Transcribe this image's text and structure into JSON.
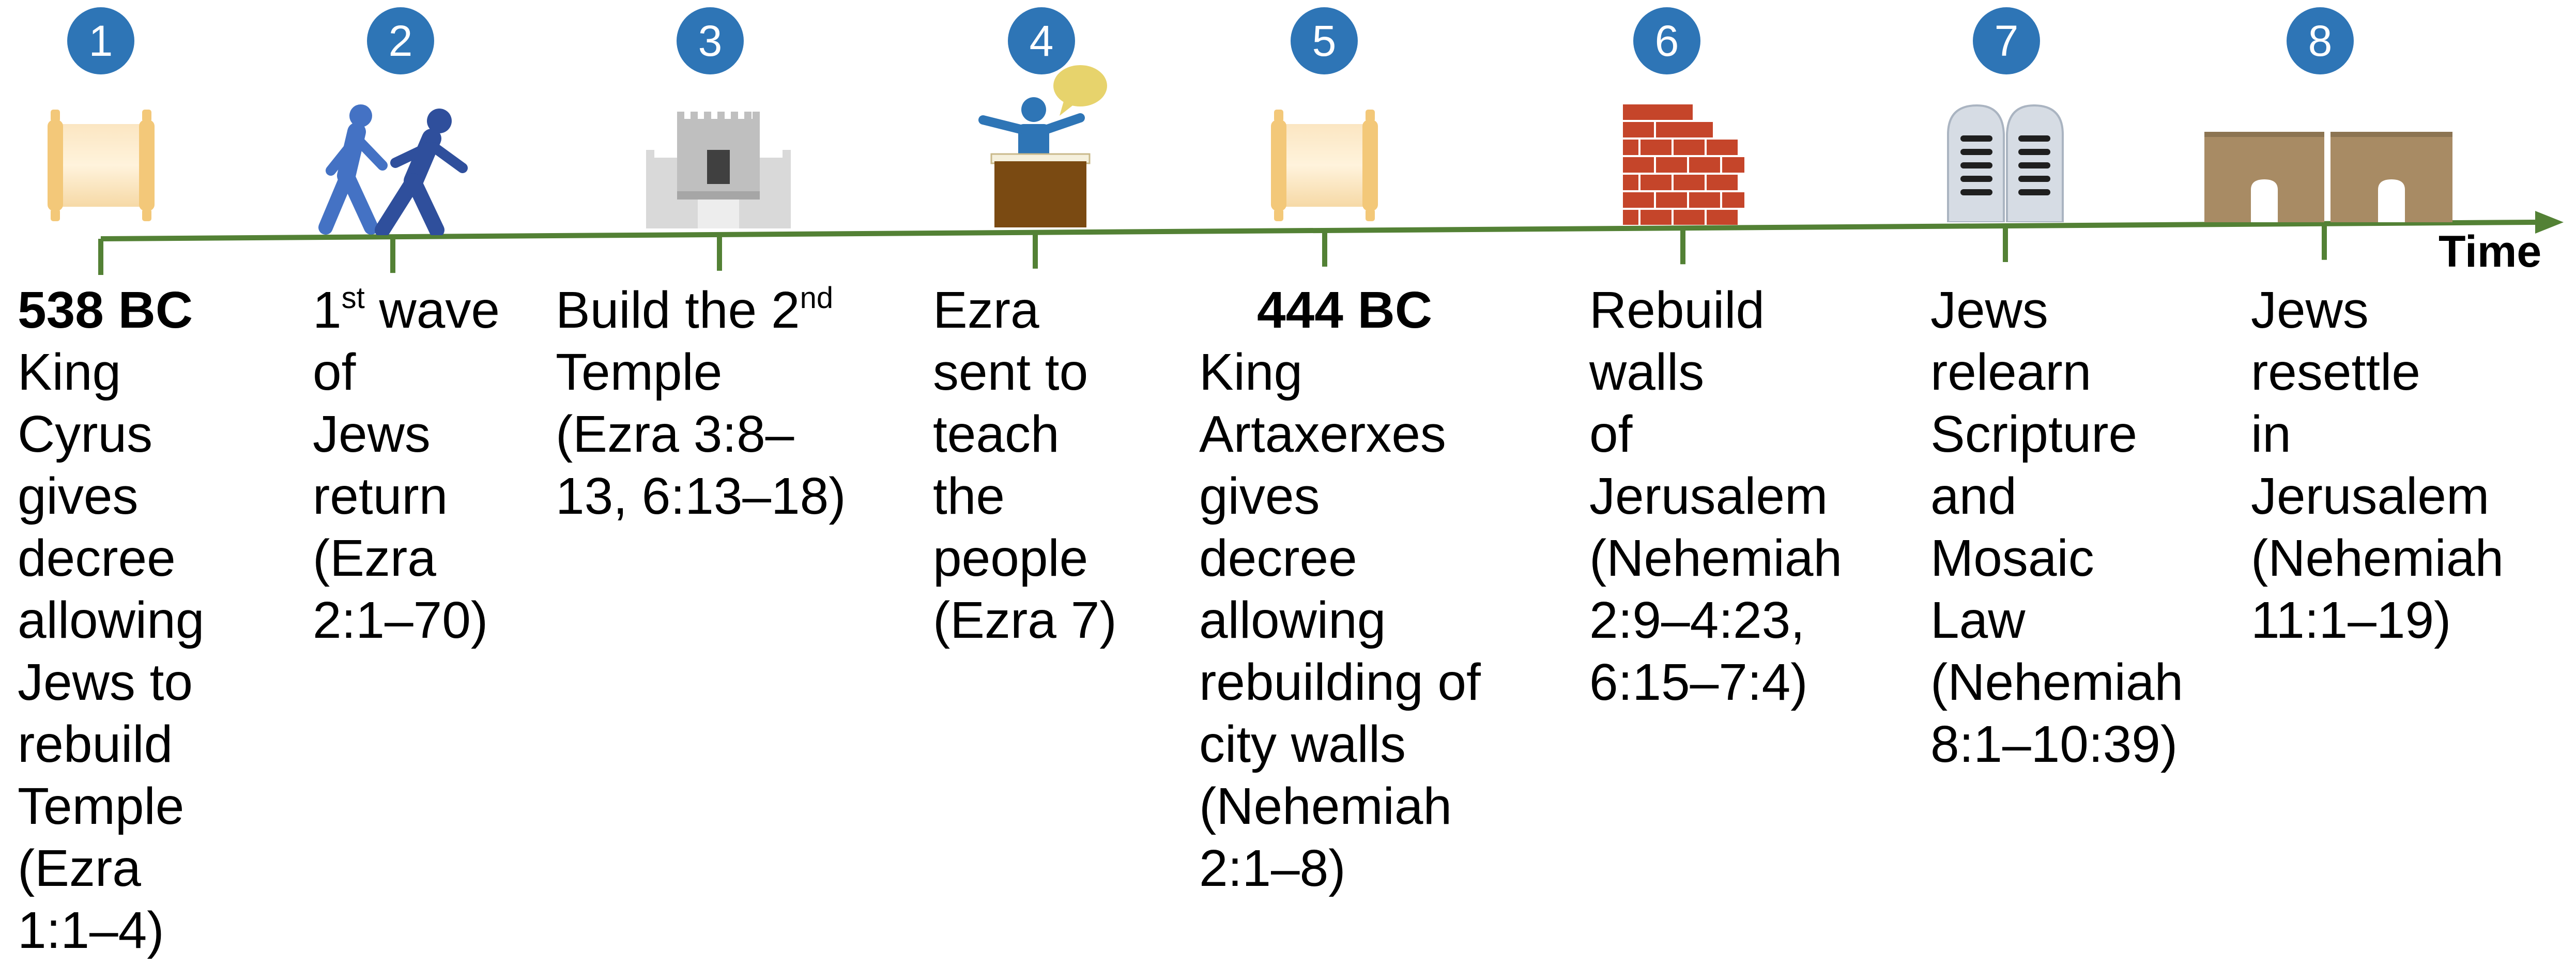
{
  "axis": {
    "label": "Time",
    "color": "#538135"
  },
  "colors": {
    "badge": "#2E75B6",
    "line": "#538135"
  },
  "events": [
    {
      "number": "1",
      "icon": "scroll-icon",
      "date": "538 BC",
      "lines": [
        "King",
        "Cyrus",
        "gives",
        "decree",
        "allowing",
        "Jews to",
        "rebuild",
        "Temple",
        "(Ezra",
        "1:1–4)"
      ]
    },
    {
      "number": "2",
      "icon": "walking-people-icon",
      "date": "",
      "lines": [
        {
          "text": "1",
          "sup": "st",
          "after": " wave"
        },
        "of",
        "Jews",
        "return",
        "(Ezra",
        "2:1–70)"
      ]
    },
    {
      "number": "3",
      "icon": "temple-icon",
      "date": "",
      "lines": [
        {
          "text": "Build the 2",
          "sup": "nd",
          "after": ""
        },
        "Temple",
        "(Ezra 3:8–",
        "13, 6:13–18)"
      ]
    },
    {
      "number": "4",
      "icon": "teacher-podium-icon",
      "date": "",
      "lines": [
        "Ezra",
        "sent to",
        "teach",
        "the",
        "people",
        "(Ezra 7)"
      ]
    },
    {
      "number": "5",
      "icon": "scroll-icon",
      "date": "444 BC",
      "lines": [
        "King",
        "Artaxerxes",
        "gives",
        "decree",
        "allowing",
        "rebuilding of",
        "city walls",
        "(Nehemiah",
        "2:1–8)"
      ]
    },
    {
      "number": "6",
      "icon": "brick-wall-icon",
      "date": "",
      "lines": [
        "Rebuild",
        "walls",
        "of",
        "Jerusalem",
        "(Nehemiah",
        "2:9–4:23,",
        "6:15–7:4)"
      ]
    },
    {
      "number": "7",
      "icon": "stone-tablets-icon",
      "date": "",
      "lines": [
        "Jews",
        "relearn",
        "Scripture",
        "and",
        "Mosaic",
        "Law",
        "(Nehemiah",
        "8:1–10:39)"
      ]
    },
    {
      "number": "8",
      "icon": "city-gates-icon",
      "date": "",
      "lines": [
        "Jews",
        "resettle",
        "in",
        "Jerusalem",
        "(Nehemiah",
        "11:1–19)"
      ]
    }
  ]
}
